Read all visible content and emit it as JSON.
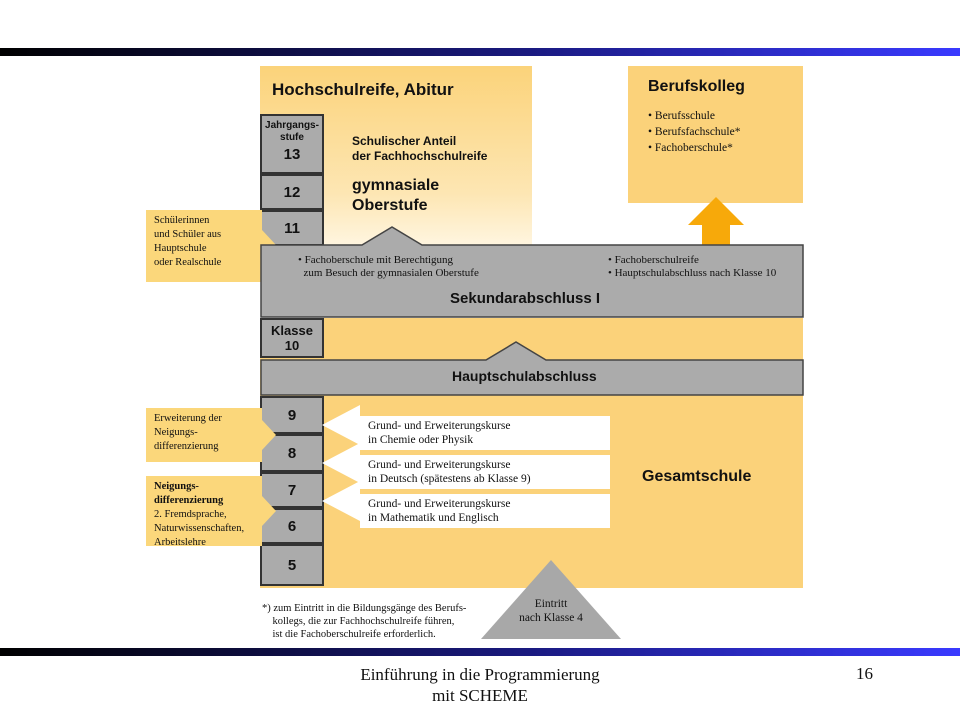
{
  "diagram": {
    "top_block": {
      "title": "Hochschulreife, Abitur",
      "jahrgang_header": "Jahrgangs-\nstufe",
      "grades": [
        "13",
        "12",
        "11"
      ],
      "fh_title": "Schulischer Anteil\nder Fachhochschulreife",
      "oberstufe": "gymnasiale\nOberstufe"
    },
    "berufskolleg": {
      "title": "Berufskolleg",
      "items": [
        "• Berufsschule",
        "• Berufsfachschule*",
        "• Fachoberschule*"
      ]
    },
    "sekundar": {
      "left_text": "• Fachoberschule mit Berechtigung\n  zum Besuch der gymnasialen Oberstufe",
      "right_text": "• Fachoberschulreife\n• Hauptschulabschluss nach Klasse 10",
      "label": "Sekundarabschluss I"
    },
    "klasse10": "Klasse\n10",
    "hauptschul": "Hauptschulabschluss",
    "lower_grades": [
      "9",
      "8",
      "7",
      "6",
      "5"
    ],
    "courses": [
      "Grund- und Erweiterungskurse\nin Chemie oder Physik",
      "Grund- und Erweiterungskurse\nin Deutsch (spätestens ab Klasse 9)",
      "Grund- und Erweiterungskurse\nin Mathematik und Englisch"
    ],
    "gesamtschule": "Gesamtschule",
    "notes": {
      "schueler": "Schülerinnen\nund Schüler aus\nHauptschule\noder Realschule",
      "erweiterung": "Erweiterung der\nNeigungs-\ndifferenzierung",
      "neigung_title": "Neigungs-\ndifferenzierung",
      "neigung_text": "2. Fremdsprache,\nNaturwissenschaften,\nArbeitslehre"
    },
    "footnote": "*) zum Eintritt in die Bildungsgänge des Berufs-\n    kollegs, die zur Fachhochschulreife führen,\n    ist die Fachoberschulreife erforderlich.",
    "eintritt": "Eintritt\nnach Klasse 4"
  },
  "footer": {
    "title": "Einführung in die Programmierung\nmit SCHEME",
    "page": "16"
  },
  "colors": {
    "orange_light": "#fbd77b",
    "orange_panel": "#fbcf72",
    "gray": "#ababab",
    "arrow": "#f7a90a"
  }
}
